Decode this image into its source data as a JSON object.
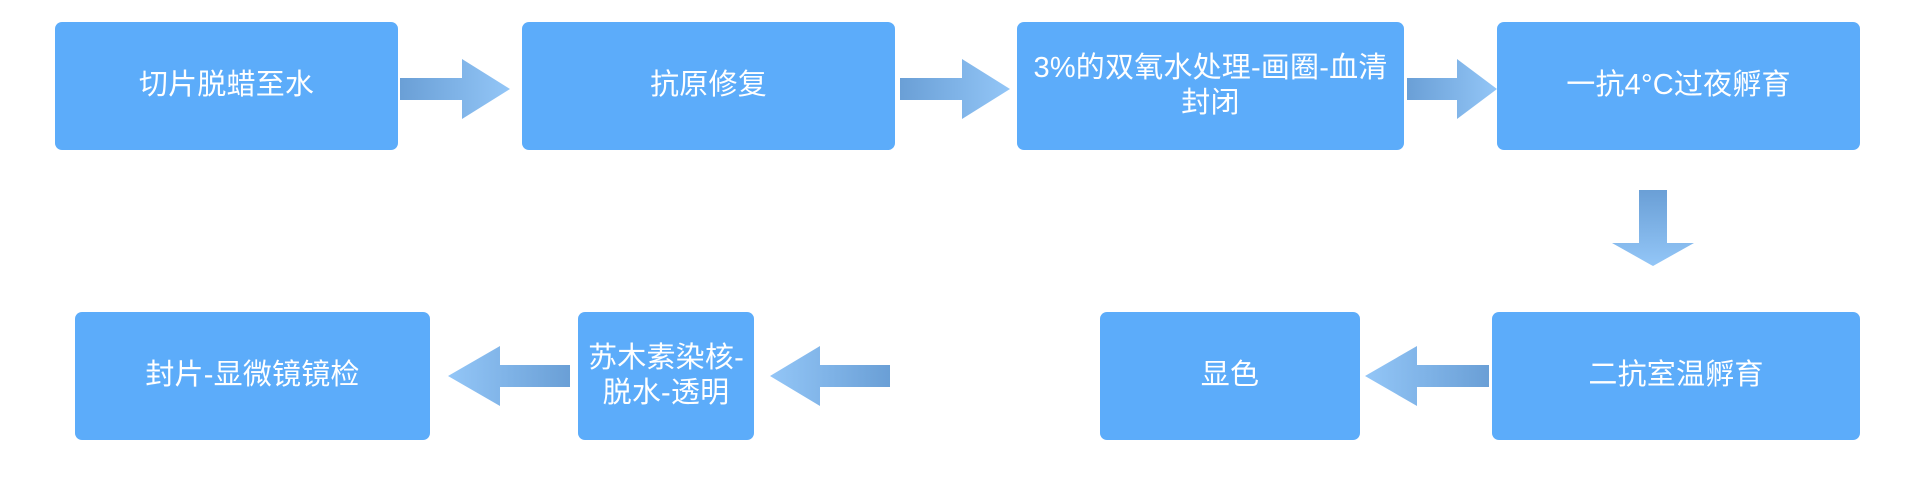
{
  "diagram": {
    "title": "",
    "colors": {
      "node_fill": "#5CACFA",
      "node_text": "#FFFFFF",
      "arrow_gradient_start": "#6A9FD6",
      "arrow_gradient_end": "#93C6F7",
      "background": "#FFFFFF"
    },
    "nodes": [
      {
        "id": "n1",
        "label": "切片脱蜡至水",
        "row": "top",
        "order": 1
      },
      {
        "id": "n2",
        "label": "抗原修复",
        "row": "top",
        "order": 2
      },
      {
        "id": "n3",
        "label": "3%的双氧水处理-画圈-血清封闭",
        "row": "top",
        "order": 3
      },
      {
        "id": "n4",
        "label": "一抗4°C过夜孵育",
        "row": "top",
        "order": 4
      },
      {
        "id": "n5",
        "label": "二抗室温孵育",
        "row": "bottom",
        "order": 5
      },
      {
        "id": "n6",
        "label": "显色",
        "row": "bottom",
        "order": 6
      },
      {
        "id": "n7",
        "label": "苏木素染核-脱水-透明",
        "row": "bottom",
        "order": 7
      },
      {
        "id": "n8",
        "label": "封片-显微镜镜检",
        "row": "bottom",
        "order": 8
      }
    ],
    "connectors": [
      {
        "id": "a1",
        "from": "n1",
        "to": "n2",
        "direction": "right"
      },
      {
        "id": "a2",
        "from": "n2",
        "to": "n3",
        "direction": "right"
      },
      {
        "id": "a3",
        "from": "n3",
        "to": "n4",
        "direction": "right"
      },
      {
        "id": "a4",
        "from": "n4",
        "to": "n5",
        "direction": "down"
      },
      {
        "id": "a5",
        "from": "n5",
        "to": "n6",
        "direction": "left"
      },
      {
        "id": "a6",
        "from": "n6",
        "to": "n7",
        "direction": "left"
      },
      {
        "id": "a7",
        "from": "n7",
        "to": "n8",
        "direction": "left"
      }
    ]
  }
}
